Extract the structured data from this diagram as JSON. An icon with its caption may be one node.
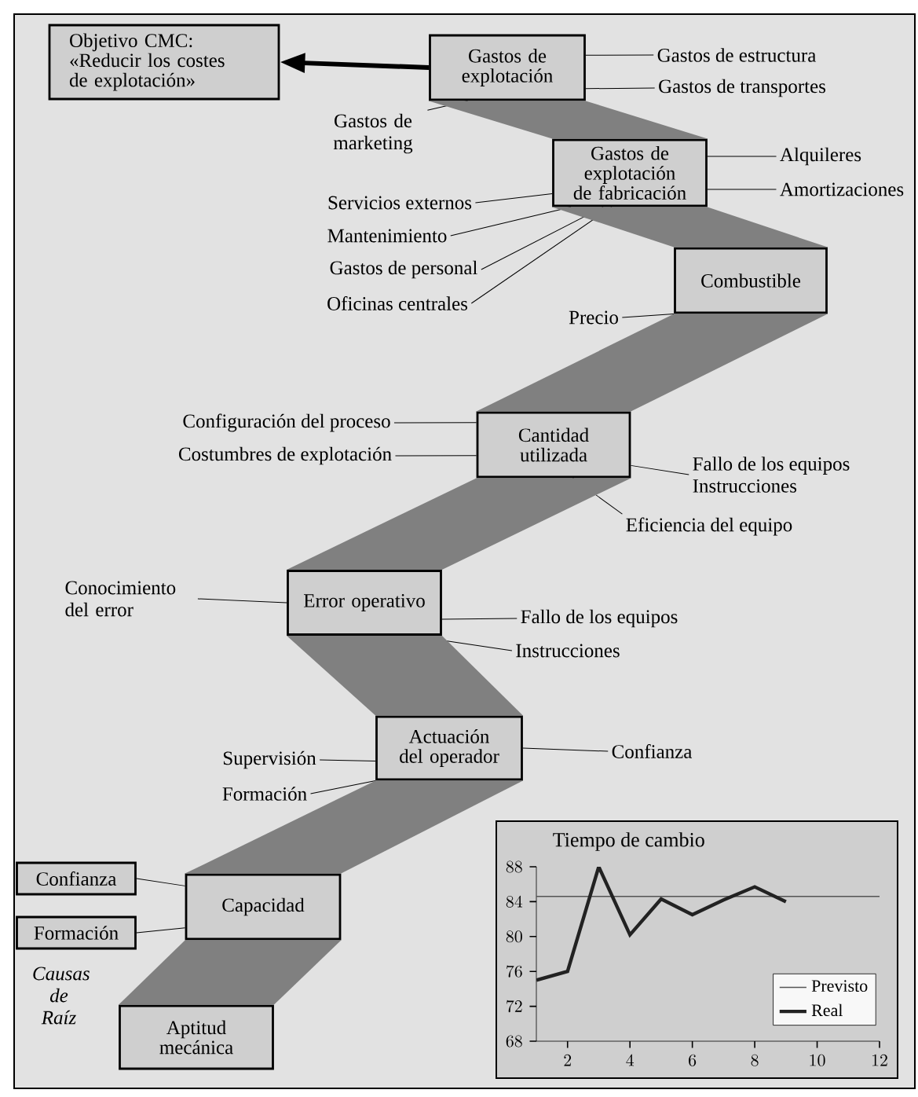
{
  "diagram": {
    "nodes": [
      {
        "text": [
          "Objetivo CMC: «Reducir los costes de explotación»"
        ]
      },
      {
        "text": [
          "Gastos de explotación"
        ]
      },
      {
        "text": [
          "Gastos de estructura"
        ]
      },
      {
        "text": [
          "Gastos de transportes"
        ]
      },
      {
        "text": [
          "Gastos de marketing"
        ]
      },
      {
        "text": [
          "Gastos de explotación de fabricación"
        ]
      },
      {
        "text": [
          "Alquileres"
        ]
      },
      {
        "text": [
          "Amortizaciones"
        ]
      },
      {
        "text": [
          "Servicios externos"
        ]
      },
      {
        "text": [
          "Mantenimiento"
        ]
      },
      {
        "text": [
          "Gastos de personal"
        ]
      },
      {
        "text": [
          "Oficinas centrales"
        ]
      },
      {
        "text": [
          "Combustible"
        ]
      },
      {
        "text": [
          "Precio"
        ]
      },
      {
        "text": [
          "Configuración del proceso"
        ]
      },
      {
        "text": [
          "Costumbres de explotación"
        ]
      },
      {
        "text": [
          "Cantidad utilizada"
        ]
      },
      {
        "text": [
          "Fallo de los equipos",
          "Instrucciones"
        ]
      },
      {
        "text": [
          "Eficiencia del equipo"
        ]
      },
      {
        "text": [
          "Conocimiento del error"
        ]
      },
      {
        "text": [
          "Error operativo"
        ]
      },
      {
        "text": [
          "Fallo de los equipos"
        ]
      },
      {
        "text": [
          "Instrucciones"
        ]
      },
      {
        "text": [
          "Supervisión"
        ]
      },
      {
        "text": [
          "Formación"
        ]
      },
      {
        "text": [
          "Actuación del operador"
        ]
      },
      {
        "text": [
          "Confianza"
        ]
      },
      {
        "text": [
          "Confianza"
        ]
      },
      {
        "text": [
          "Formación"
        ]
      },
      {
        "text": [
          "Capacidad"
        ]
      },
      {
        "text": [
          "Aptitud mecánica"
        ]
      }
    ],
    "edges": [
      {
        "from": 1,
        "to": 0,
        "arrow": "to",
        "style": "thick"
      },
      {
        "from": 2,
        "to": 1,
        "arrow": "none"
      },
      {
        "from": 3,
        "to": 1,
        "arrow": "none"
      },
      {
        "from": 4,
        "to": 1,
        "arrow": "none"
      },
      {
        "from": 1,
        "to": 5,
        "arrow": "none",
        "style": "thick"
      },
      {
        "from": 6,
        "to": 5,
        "arrow": "none"
      },
      {
        "from": 7,
        "to": 5,
        "arrow": "none"
      },
      {
        "from": 8,
        "to": 5,
        "arrow": "none"
      },
      {
        "from": 9,
        "to": 5,
        "arrow": "none"
      },
      {
        "from": 10,
        "to": 5,
        "arrow": "none"
      },
      {
        "from": 11,
        "to": 5,
        "arrow": "none"
      },
      {
        "from": 5,
        "to": 12,
        "arrow": "none",
        "style": "thick"
      },
      {
        "from": 13,
        "to": 12,
        "arrow": "none"
      },
      {
        "from": 12,
        "to": 16,
        "arrow": "none",
        "style": "thick"
      },
      {
        "from": 14,
        "to": 16,
        "arrow": "none"
      },
      {
        "from": 15,
        "to": 16,
        "arrow": "none"
      },
      {
        "from": 17,
        "to": 16,
        "arrow": "none"
      },
      {
        "from": 18,
        "to": 16,
        "arrow": "none"
      },
      {
        "from": 16,
        "to": 20,
        "arrow": "none",
        "style": "thick"
      },
      {
        "from": 19,
        "to": 20,
        "arrow": "none"
      },
      {
        "from": 21,
        "to": 20,
        "arrow": "none"
      },
      {
        "from": 22,
        "to": 20,
        "arrow": "none"
      },
      {
        "from": 20,
        "to": 25,
        "arrow": "none",
        "style": "thick"
      },
      {
        "from": 23,
        "to": 25,
        "arrow": "none"
      },
      {
        "from": 24,
        "to": 25,
        "arrow": "none"
      },
      {
        "from": 26,
        "to": 25,
        "arrow": "none"
      },
      {
        "from": 25,
        "to": 29,
        "arrow": "none",
        "style": "thick"
      },
      {
        "from": 27,
        "to": 29,
        "arrow": "none"
      },
      {
        "from": 28,
        "to": 29,
        "arrow": "none"
      },
      {
        "from": 29,
        "to": 30,
        "arrow": "none",
        "style": "thick"
      }
    ],
    "labels": [
      "Causas de Raíz"
    ],
    "chart_data": {
      "type": "line",
      "title": "Tiempo de cambio",
      "x": [
        1,
        2,
        3,
        4,
        5,
        6,
        7,
        8,
        9,
        10,
        11,
        12
      ],
      "series": [
        {
          "name": "Previsto",
          "color": "#555555",
          "values": [
            84.6,
            84.6,
            84.6,
            84.6,
            84.6,
            84.6,
            84.6,
            84.6,
            84.6,
            84.6,
            84.6,
            84.6
          ]
        },
        {
          "name": "Real",
          "color": "#222222",
          "values": [
            75,
            76,
            88,
            80.2,
            84.3,
            82.5,
            84.2,
            85.7,
            84,
            null,
            null,
            null
          ]
        }
      ],
      "legend": "lower right",
      "xlim": [
        1,
        12
      ],
      "ylim": [
        68,
        88
      ],
      "xticks": [
        2,
        4,
        6,
        8,
        10,
        12
      ],
      "yticks": [
        68,
        72,
        76,
        80,
        84,
        88
      ]
    }
  }
}
